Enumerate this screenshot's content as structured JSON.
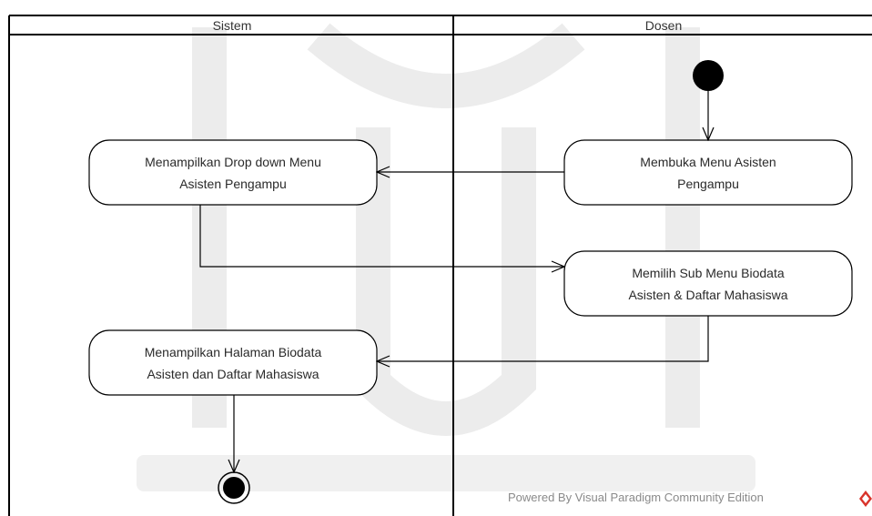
{
  "lanes": {
    "left": "Sistem",
    "right": "Dosen"
  },
  "nodes": {
    "dropdown": "Menampilkan Drop down Menu\nAsisten Pengampu",
    "open_menu": "Membuka Menu Asisten\nPengampu",
    "choose_submenu": "Memilih Sub Menu Biodata\nAsisten & Daftar Mahasiswa",
    "show_page": "Menampilkan Halaman Biodata\nAsisten dan Daftar Mahasiswa"
  },
  "footer": "Powered By  Visual Paradigm Community Edition",
  "colors": {
    "line": "#000000",
    "watermark": "#ececec",
    "brand": "#d9342b"
  }
}
